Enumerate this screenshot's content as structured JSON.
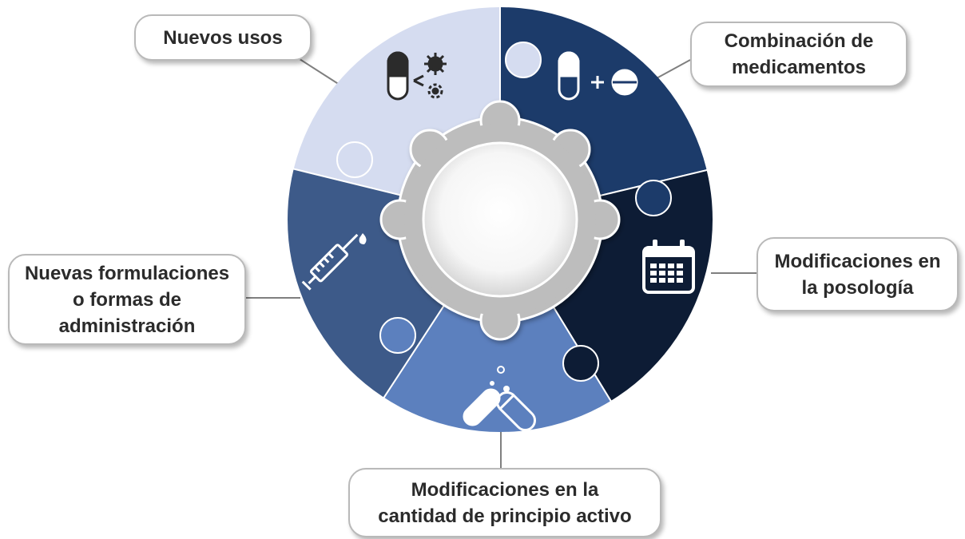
{
  "labels": {
    "nuevos_usos": "Nuevos usos",
    "combinacion": "Combinación de\nmedicamentos",
    "posologia": "Modificaciones en\nla posología",
    "formulaciones": "Nuevas formulaciones\no  formas de\nadministración",
    "cantidad": "Modificaciones en la\ncantidad de principio activo"
  },
  "icons": {
    "nuevos_usos": "capsule-with-virus-icon",
    "combinacion": "capsule-plus-tablet-icon",
    "posologia": "calendar-icon",
    "cantidad": "open-capsule-icon",
    "formulaciones": "syringe-icon"
  },
  "colors": {
    "nuevos_usos": "#d5dcf0",
    "combinacion": "#1d3a6b",
    "posologia": "#0f1d36",
    "cantidad": "#5b80be",
    "formulaciones": "#3d5a89",
    "gear": "#bdbdbd",
    "connector": "#7f7f7f"
  }
}
